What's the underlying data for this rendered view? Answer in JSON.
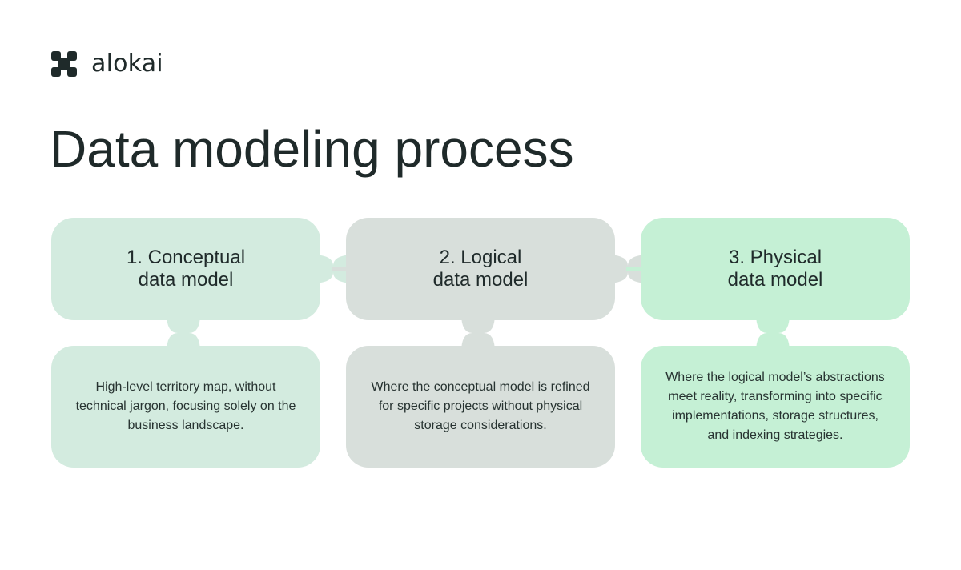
{
  "brand": {
    "name": "alokai",
    "logo_icon": "alokai-logo-icon",
    "text_color": "#1f2a2a"
  },
  "title": "Data modeling process",
  "colors": {
    "conceptual": "#d3ebdf",
    "logical": "#d8dfdb",
    "physical": "#c5f0d5"
  },
  "steps": [
    {
      "title_line1": "1. Conceptual",
      "title_line2": "data model",
      "description": "High-level territory map, without technical jargon, focusing solely on the business landscape."
    },
    {
      "title_line1": "2. Logical",
      "title_line2": "data model",
      "description": "Where the conceptual model is refined for specific projects without physical storage considerations."
    },
    {
      "title_line1": "3. Physical",
      "title_line2": "data model",
      "description": "Where the logical model’s abstractions meet reality, transforming into specific implementations, storage structures, and indexing strategies."
    }
  ]
}
